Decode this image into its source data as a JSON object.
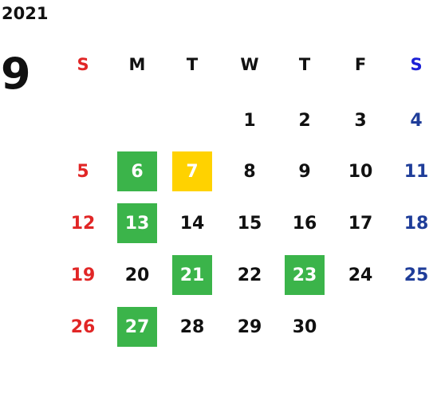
{
  "calendar": {
    "year": "2021",
    "month": "9",
    "weekdays": [
      "S",
      "M",
      "T",
      "W",
      "T",
      "F",
      "S"
    ],
    "weeks": [
      [
        "",
        "",
        "",
        "1",
        "2",
        "3",
        "4"
      ],
      [
        "5",
        "6",
        "7",
        "8",
        "9",
        "10",
        "11"
      ],
      [
        "12",
        "13",
        "14",
        "15",
        "16",
        "17",
        "18"
      ],
      [
        "19",
        "20",
        "21",
        "22",
        "23",
        "24",
        "25"
      ],
      [
        "26",
        "27",
        "28",
        "29",
        "30",
        "",
        ""
      ]
    ],
    "highlights": {
      "green": [
        "6",
        "13",
        "21",
        "23",
        "27"
      ],
      "yellow": [
        "7"
      ]
    },
    "colors": {
      "sunday": "#e12626",
      "saturday_header": "#1c20d6",
      "saturday": "#1f3d99",
      "weekday": "#111111",
      "highlight_green": "#3bb44a",
      "highlight_yellow": "#ffd200"
    }
  }
}
